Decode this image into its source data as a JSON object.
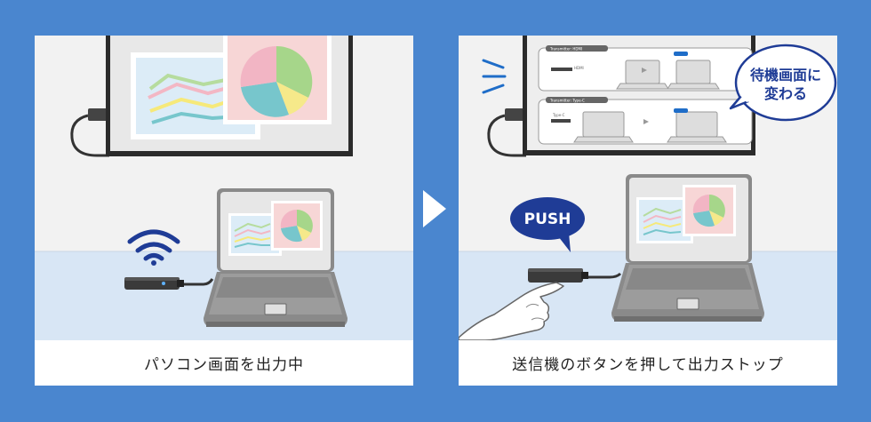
{
  "panels": [
    {
      "caption": "パソコン画面を出力中"
    },
    {
      "caption": "送信機のボタンを押して出力ストップ"
    }
  ],
  "push_label": "PUSH",
  "bubble": {
    "line1": "待機画面に",
    "line2": "変わる"
  },
  "standby_screen": {
    "section1": "Transmitter: HDMI",
    "section2": "Transmitter: Type-C",
    "hdmi": "HDMI",
    "type_c": "Type-C"
  },
  "colors": {
    "background": "#4a86cf",
    "wall": "#f2f2f2",
    "floor": "#d8e6f5",
    "accent_navy": "#1f3c96"
  },
  "icons": [
    "wifi-icon",
    "arrow-right-icon",
    "hand-icon",
    "motion-lines-icon"
  ]
}
